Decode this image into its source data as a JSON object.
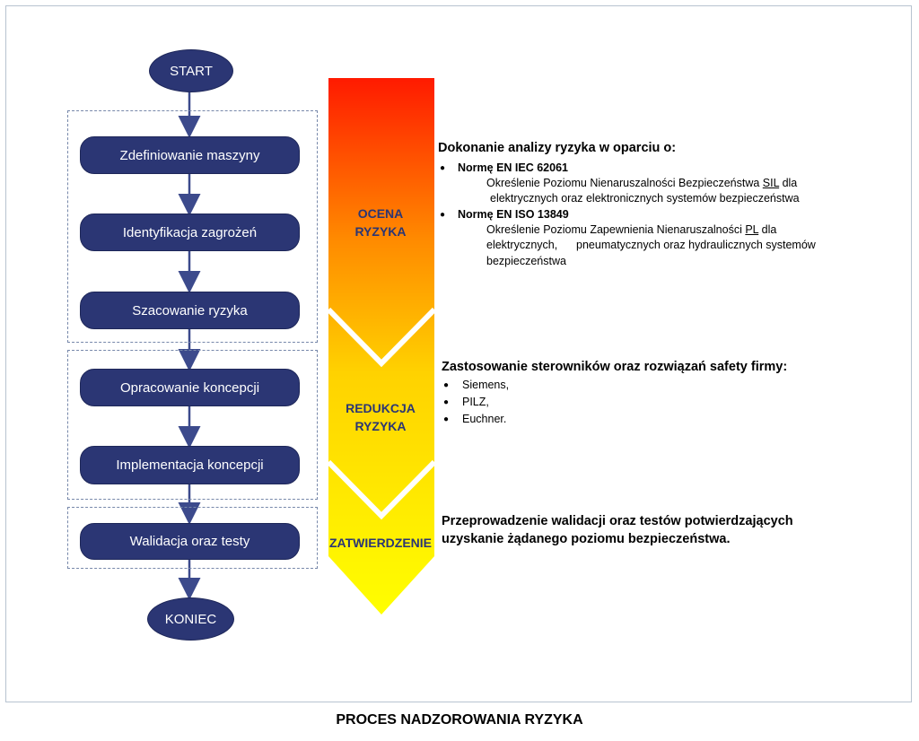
{
  "flow": {
    "start": "START",
    "end": "KONIEC",
    "steps": [
      "Zdefiniowanie maszyny",
      "Identyfikacja zagrożeń",
      "Szacowanie ryzyka",
      "Opracowanie koncepcji",
      "Implementacja koncepcji",
      "Walidacja oraz testy"
    ]
  },
  "stages": {
    "ocena": [
      "OCENA",
      "RYZYKA"
    ],
    "redukcja": [
      "REDUKCJA",
      "RYZYKA"
    ],
    "zatwierdzenie": "ZATWIERDZENIE"
  },
  "ocena_text": {
    "heading": "Dokonanie analizy ryzyka  w oparciu o:",
    "b1_title": "Normę EN IEC 62061",
    "b1_line1_pre": "Określenie Poziomu Nienaruszalności Bezpieczeństwa ",
    "b1_line1_abbr": "SIL",
    "b1_line1_post": " dla",
    "b1_line2": "elektrycznych oraz elektronicznych systemów bezpieczeństwa",
    "b2_title": "Normę EN ISO 13849",
    "b2_line1_pre": "Określenie Poziomu Zapewnienia Nienaruszalności ",
    "b2_line1_abbr": "PL",
    "b2_line1_post": " dla",
    "b2_line2": "elektrycznych,      pneumatycznych oraz hydraulicznych systemów",
    "b2_line3": "bezpieczeństwa"
  },
  "redukcja_text": {
    "heading": "Zastosowanie sterowników oraz rozwiązań safety firmy:",
    "items": [
      "Siemens,",
      "PILZ,",
      "Euchner."
    ]
  },
  "zatw_text": {
    "line1": "Przeprowadzenie walidacji oraz testów potwierdzających",
    "line2": "uzyskanie żądanego poziomu bezpieczeństwa."
  },
  "caption": "PROCES NADZOROWANIA RYZYKA",
  "colors": {
    "node_fill": "#2b3674",
    "arrow_top": "#ff1a00",
    "arrow_mid": "#ff9900",
    "arrow_bottom": "#ffff00"
  },
  "icons": [
    "bullet-icon"
  ]
}
